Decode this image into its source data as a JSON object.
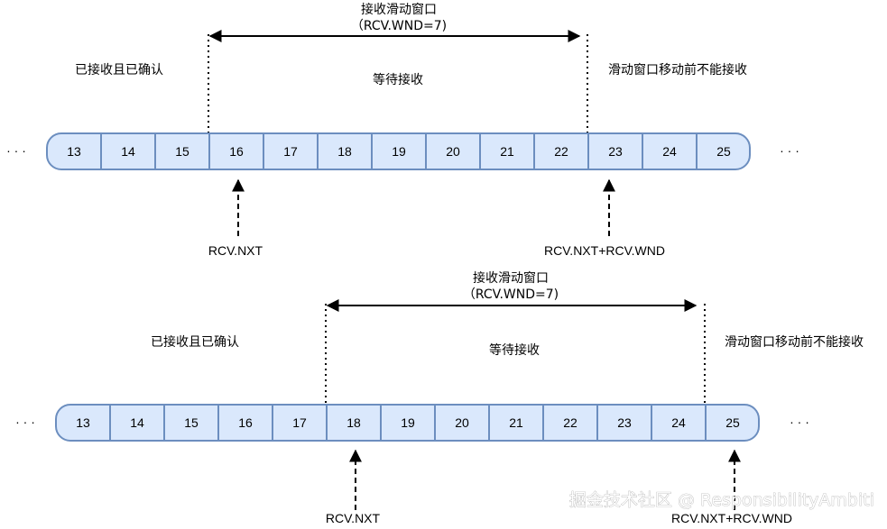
{
  "diagrams": [
    {
      "window_title": "接收滑动窗口",
      "window_size": "（RCV.WND=7)",
      "left_label": "已接收且已确认",
      "middle_label": "等待接收",
      "right_label": "滑动窗口移动前不能接收",
      "cells": [
        "13",
        "14",
        "15",
        "16",
        "17",
        "18",
        "19",
        "20",
        "21",
        "22",
        "23",
        "24",
        "25"
      ],
      "ellipsis_left": "· · ·",
      "ellipsis_right": "· · ·",
      "nxt_label": "RCV.NXT",
      "wnd_end_label": "RCV.NXT+RCV.WND"
    },
    {
      "window_title": "接收滑动窗口",
      "window_size": "（RCV.WND=7)",
      "left_label": "已接收且已确认",
      "middle_label": "等待接收",
      "right_label": "滑动窗口移动前不能接收",
      "cells": [
        "13",
        "14",
        "15",
        "16",
        "17",
        "18",
        "19",
        "20",
        "21",
        "22",
        "23",
        "24",
        "25"
      ],
      "ellipsis_left": "· · ·",
      "ellipsis_right": "· · ·",
      "nxt_label": "RCV.NXT",
      "wnd_end_label": "RCV.NXT+RCV.WND"
    }
  ],
  "watermark": "掘金技术社区 @ ResponsibilityAmbiti",
  "colors": {
    "cell_fill": "#dae8fc",
    "cell_stroke": "#6c8ebf",
    "line": "#000000"
  }
}
